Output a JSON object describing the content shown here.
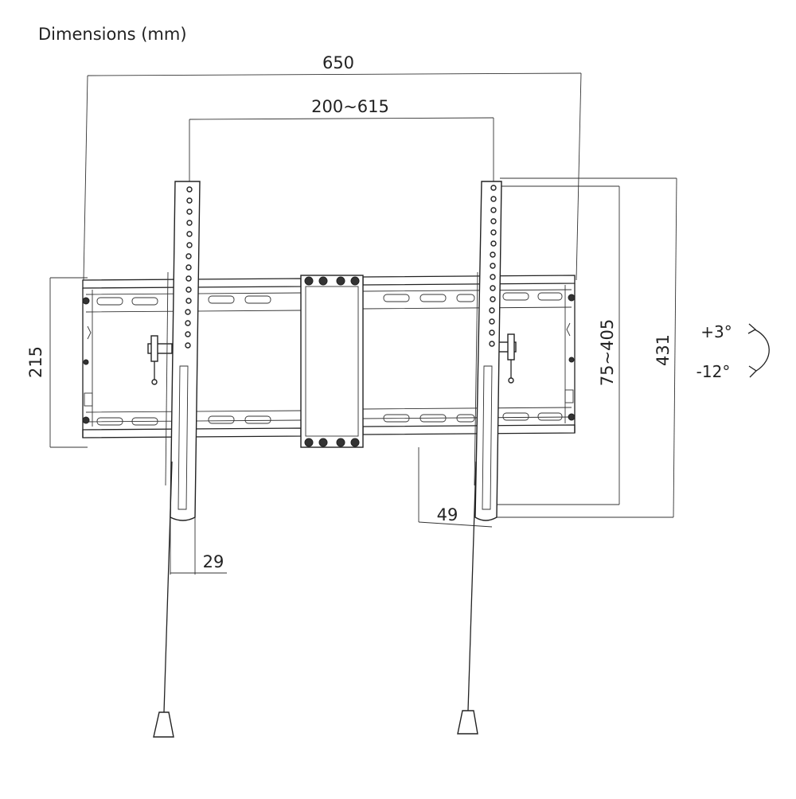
{
  "title": "Dimensions (mm)",
  "dimensions": {
    "overall_width": "650",
    "vesa_width": "200~615",
    "rail_height": "215",
    "vesa_height": "75~405",
    "total_height": "431",
    "arm_depth": "49",
    "arm_width": "29"
  },
  "tilt": {
    "up": "+3°",
    "down": "-12°"
  }
}
